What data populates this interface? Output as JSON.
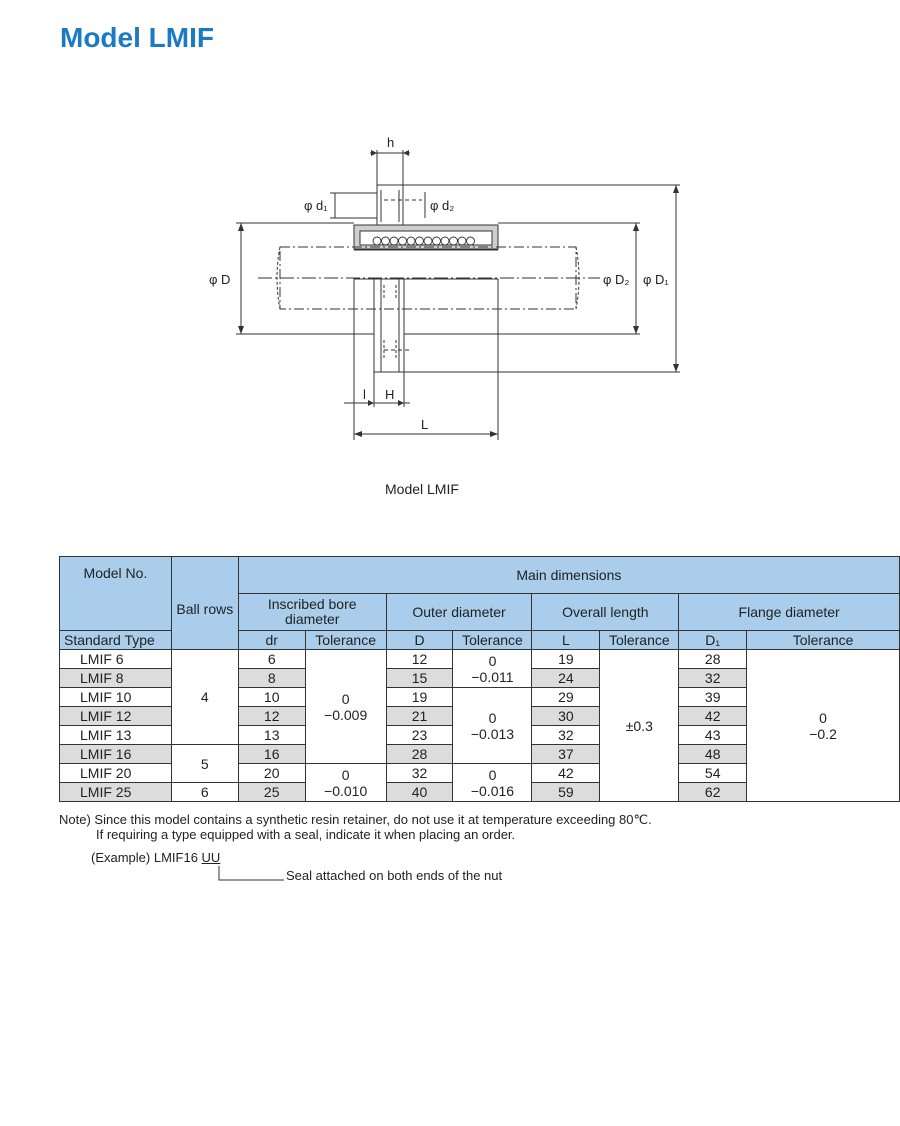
{
  "title": "Model LMIF",
  "figure": {
    "caption": "Model LMIF",
    "labels": {
      "h": "h",
      "d1": "φ d₁",
      "d2": "φ d₂",
      "D": "φ D",
      "D2": "φ D₂",
      "D1": "φ D₁",
      "l": "l",
      "H": "H",
      "L": "L"
    }
  },
  "table": {
    "headers": {
      "model_no": "Model No.",
      "standard_type": "Standard Type",
      "ball_rows": "Ball rows",
      "main_dimensions": "Main dimensions",
      "inscribed": "Inscribed bore diameter",
      "outer": "Outer diameter",
      "overall": "Overall length",
      "flange": "Flange diameter",
      "dr": "dr",
      "tol": "Tolerance",
      "D": "D",
      "L": "L",
      "D1": "D₁"
    },
    "rows": [
      {
        "model": "LMIF 6",
        "dr": "6",
        "D": "12",
        "L": "19",
        "D1": "28"
      },
      {
        "model": "LMIF 8",
        "dr": "8",
        "D": "15",
        "L": "24",
        "D1": "32"
      },
      {
        "model": "LMIF 10",
        "dr": "10",
        "D": "19",
        "L": "29",
        "D1": "39"
      },
      {
        "model": "LMIF 12",
        "dr": "12",
        "D": "21",
        "L": "30",
        "D1": "42"
      },
      {
        "model": "LMIF 13",
        "dr": "13",
        "D": "23",
        "L": "32",
        "D1": "43"
      },
      {
        "model": "LMIF 16",
        "dr": "16",
        "D": "28",
        "L": "37",
        "D1": "48"
      },
      {
        "model": "LMIF 20",
        "dr": "20",
        "D": "32",
        "L": "42",
        "D1": "54"
      },
      {
        "model": "LMIF 25",
        "dr": "25",
        "D": "40",
        "L": "59",
        "D1": "62"
      }
    ],
    "ball_rows": {
      "g1": "4",
      "g2": "5",
      "g3": "6"
    },
    "tolerances": {
      "dr_a_upper": "0",
      "dr_a_lower": "−0.009",
      "dr_b_upper": "0",
      "dr_b_lower": "−0.010",
      "D_a_upper": "0",
      "D_a_lower": "−0.011",
      "D_b_upper": "0",
      "D_b_lower": "−0.013",
      "D_c_upper": "0",
      "D_c_lower": "−0.016",
      "L": "±0.3",
      "D1_upper": "0",
      "D1_lower": "−0.2"
    }
  },
  "notes": {
    "line1": "Note) Since this model contains a synthetic resin retainer, do not use it at temperature exceeding 80℃.",
    "line2": "If requiring a type equipped with a seal, indicate it when placing an order.",
    "example_prefix": "(Example) LMIF16 ",
    "example_suffix": "UU",
    "seal": "Seal attached on both ends of the nut"
  }
}
